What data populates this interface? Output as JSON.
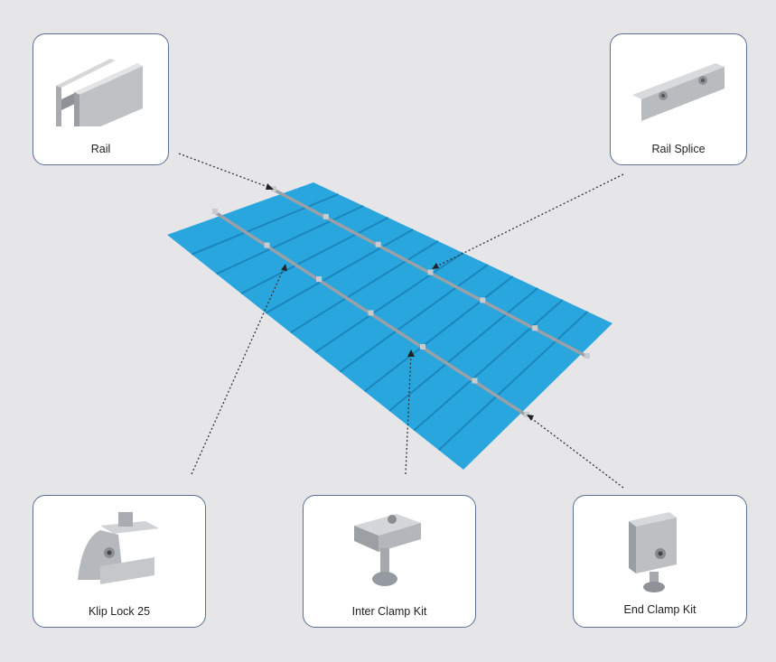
{
  "components": {
    "rail": {
      "label": "Rail"
    },
    "rail_splice": {
      "label": "Rail Splice"
    },
    "klip_lock": {
      "label": "Klip Lock 25"
    },
    "inter_clamp": {
      "label": "Inter Clamp Kit"
    },
    "end_clamp": {
      "label": "End Clamp Kit"
    }
  },
  "colors": {
    "roof": "#2aa6de",
    "rail": "#9aa0a6",
    "border": "#5b6f92",
    "background": "#e6e6e8"
  }
}
